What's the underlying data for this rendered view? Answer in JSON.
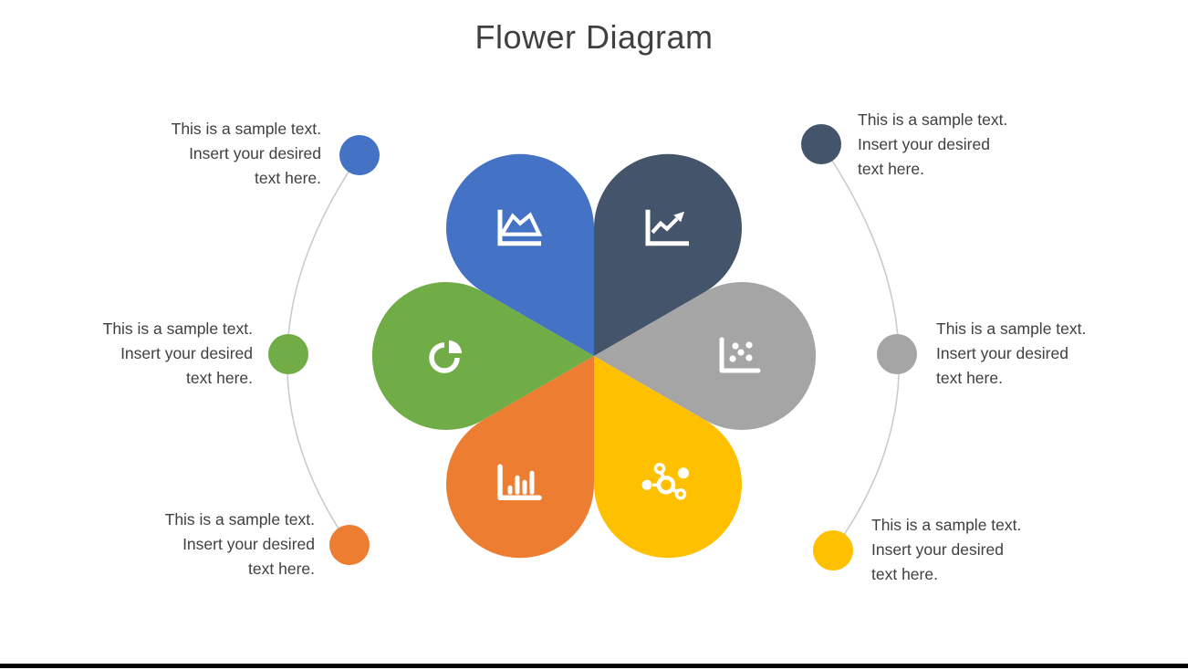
{
  "title": "Flower Diagram",
  "petals": [
    {
      "name": "area-chart",
      "position": "top-left",
      "color": "#4472C4",
      "icon": "area-chart-icon"
    },
    {
      "name": "trend-line",
      "position": "top-right",
      "color": "#44546A",
      "icon": "trend-line-icon"
    },
    {
      "name": "pie-chart",
      "position": "left",
      "color": "#70AD47",
      "icon": "pie-chart-icon"
    },
    {
      "name": "scatter-plot",
      "position": "right",
      "color": "#A5A5A5",
      "icon": "scatter-plot-icon"
    },
    {
      "name": "bar-chart",
      "position": "bottom-left",
      "color": "#ED7D31",
      "icon": "bar-chart-icon"
    },
    {
      "name": "network",
      "position": "bottom-right",
      "color": "#FFC000",
      "icon": "network-icon"
    }
  ],
  "callouts": [
    {
      "side": "left",
      "position": "top",
      "dot_color": "#4472C4",
      "lines": [
        "This is a sample text.",
        "Insert your desired",
        "text here."
      ]
    },
    {
      "side": "left",
      "position": "middle",
      "dot_color": "#70AD47",
      "lines": [
        "This is a sample text.",
        "Insert your desired",
        "text here."
      ]
    },
    {
      "side": "left",
      "position": "bottom",
      "dot_color": "#ED7D31",
      "lines": [
        "This is a sample text.",
        "Insert your desired",
        "text here."
      ]
    },
    {
      "side": "right",
      "position": "top",
      "dot_color": "#44546A",
      "lines": [
        "This is a sample text.",
        "Insert your desired",
        "text here."
      ]
    },
    {
      "side": "right",
      "position": "middle",
      "dot_color": "#A5A5A5",
      "lines": [
        "This is a sample text.",
        "Insert your desired",
        "text here."
      ]
    },
    {
      "side": "right",
      "position": "bottom",
      "dot_color": "#FFC000",
      "lines": [
        "This is a sample text.",
        "Insert your desired",
        "text here."
      ]
    }
  ],
  "colors": {
    "title_text": "#404040",
    "body_text": "#404040",
    "icon": "#FFFFFF",
    "connector_line": "#C9C9C9",
    "bottom_bar": "#000000",
    "background": "#FFFFFF"
  }
}
